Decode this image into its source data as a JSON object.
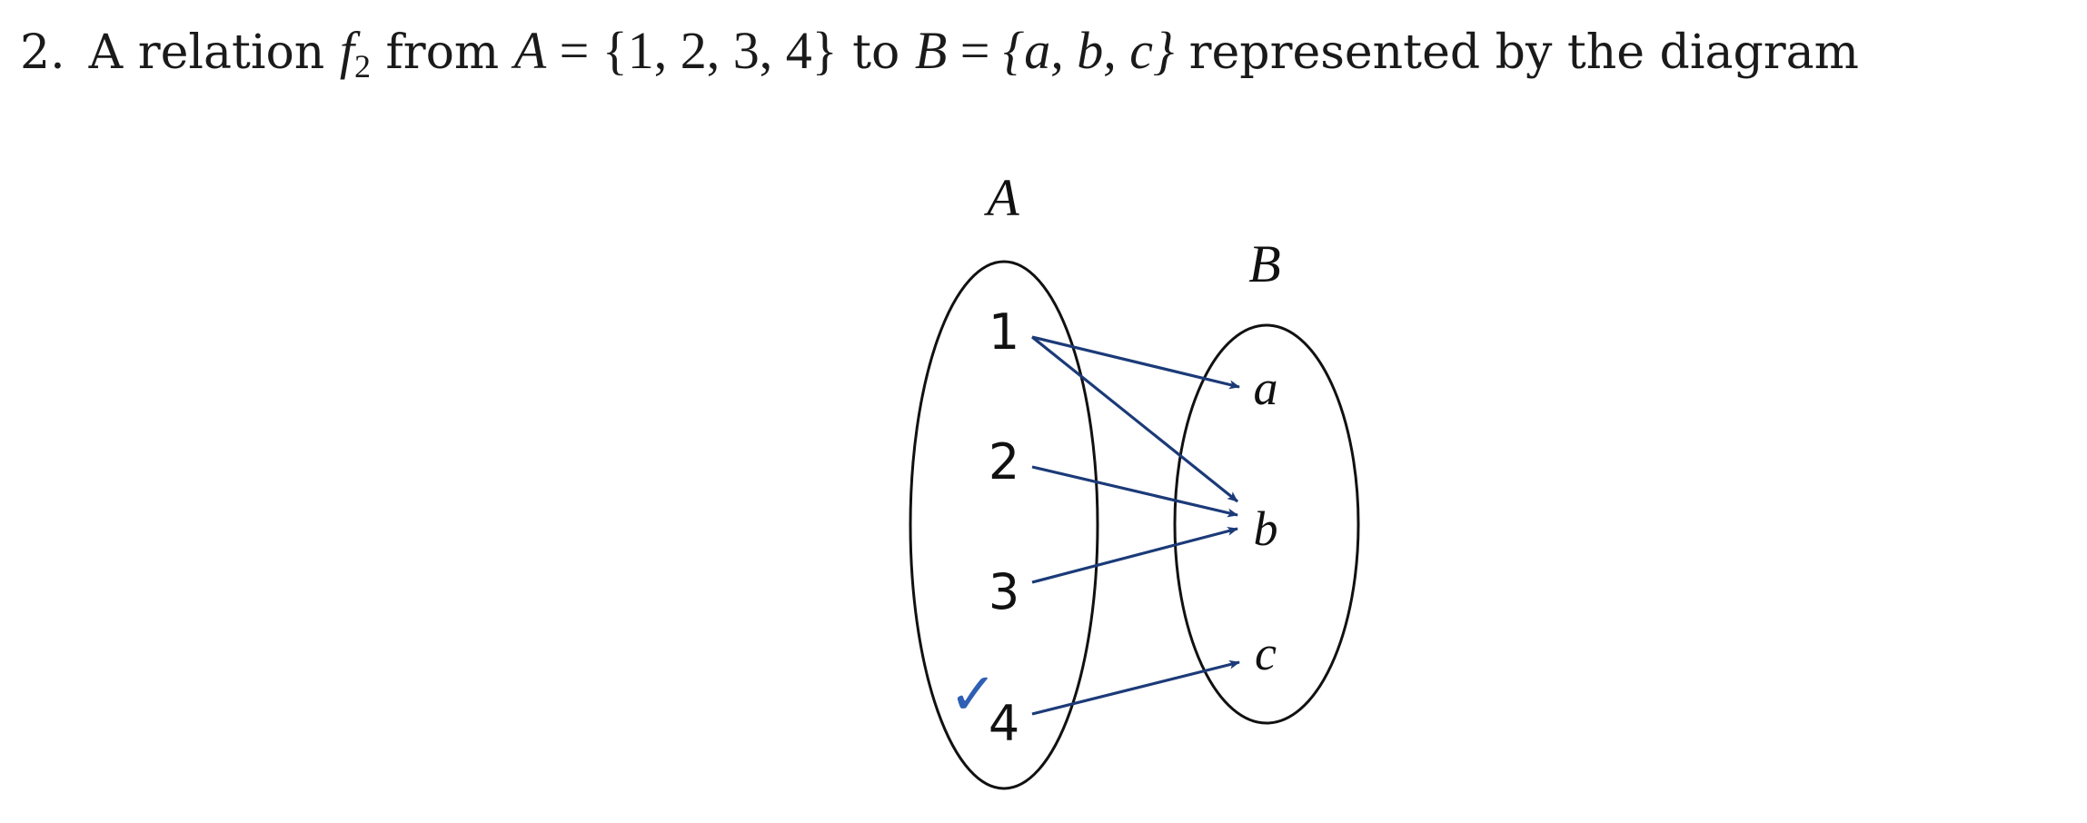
{
  "problem": {
    "number": "2.",
    "intro": "A relation",
    "relation_symbol": "f",
    "relation_subscript": "2",
    "from_word": "from",
    "set_a_name": "A",
    "set_a_elements": "{1, 2, 3, 4}",
    "to_word": "to",
    "set_b_name": "B",
    "set_b_elements": "{a, b, c}",
    "outro": "represented by the diagram"
  },
  "diagram": {
    "set_a": {
      "label": "A",
      "elements": [
        "1",
        "2",
        "3",
        "4"
      ]
    },
    "set_b": {
      "label": "B",
      "elements": [
        "a",
        "b",
        "c"
      ]
    },
    "mappings": [
      {
        "from": "1",
        "to": "a"
      },
      {
        "from": "1",
        "to": "b"
      },
      {
        "from": "2",
        "to": "b"
      },
      {
        "from": "3",
        "to": "b"
      },
      {
        "from": "4",
        "to": "c"
      }
    ],
    "annotation_mark": "✓",
    "arrow_color": "#1b3a78",
    "outline_color": "#111111",
    "mark_color": "#2f5fb4"
  }
}
